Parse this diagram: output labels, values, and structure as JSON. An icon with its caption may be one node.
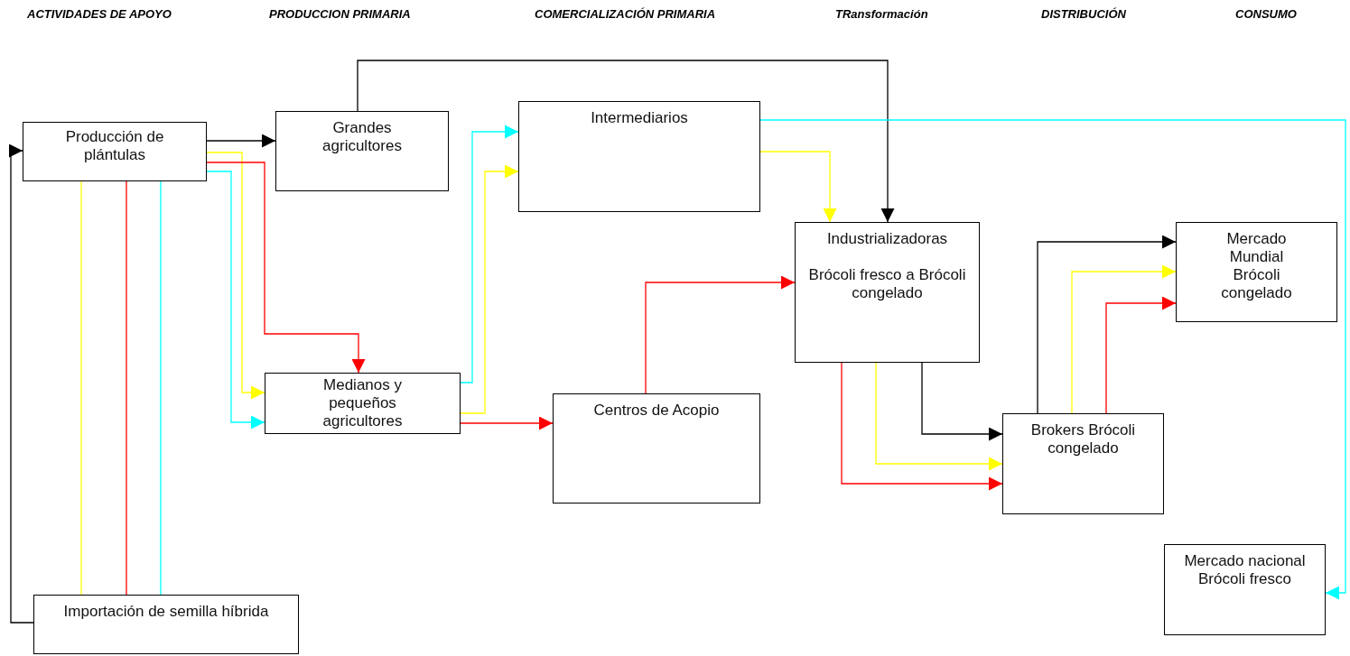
{
  "diagram": {
    "nodes": [
      {
        "text": [
          "Producción de plántulas"
        ]
      },
      {
        "text": [
          "Grandes agricultores"
        ]
      },
      {
        "text": [
          "Intermediarios"
        ]
      },
      {
        "text": [
          "Medianos y pequeños agricultores"
        ]
      },
      {
        "text": [
          "Centros de Acopio"
        ]
      },
      {
        "text": [
          "Industrializadoras",
          "Brócoli fresco a Brócoli congelado"
        ]
      },
      {
        "text": [
          "Brokers Brócoli congelado"
        ]
      },
      {
        "text": [
          "Mercado Mundial Brócoli congelado"
        ]
      },
      {
        "text": [
          "Mercado nacional Brócoli fresco"
        ]
      },
      {
        "text": [
          "Importación de semilla híbrida"
        ]
      }
    ],
    "edges": [
      {
        "from": 9,
        "to": 0,
        "arrow": "to",
        "color": "#000000"
      },
      {
        "from": 9,
        "to": 0,
        "arrow": "none",
        "color": "#ffff00"
      },
      {
        "from": 9,
        "to": 0,
        "arrow": "none",
        "color": "#ff0000"
      },
      {
        "from": 9,
        "to": 0,
        "arrow": "none",
        "color": "#00ffff"
      },
      {
        "from": 0,
        "to": 1,
        "arrow": "to",
        "color": "#000000"
      },
      {
        "from": 0,
        "to": 3,
        "arrow": "to",
        "color": "#ffff00"
      },
      {
        "from": 0,
        "to": 3,
        "arrow": "to",
        "color": "#ff0000"
      },
      {
        "from": 0,
        "to": 3,
        "arrow": "to",
        "color": "#00ffff"
      },
      {
        "from": 3,
        "to": 2,
        "arrow": "to",
        "color": "#00ffff"
      },
      {
        "from": 3,
        "to": 2,
        "arrow": "to",
        "color": "#ffff00"
      },
      {
        "from": 3,
        "to": 4,
        "arrow": "to",
        "color": "#ff0000"
      },
      {
        "from": 1,
        "to": 5,
        "arrow": "to",
        "color": "#000000"
      },
      {
        "from": 2,
        "to": 5,
        "arrow": "to",
        "color": "#ffff00"
      },
      {
        "from": 2,
        "to": 8,
        "arrow": "to",
        "color": "#00ffff"
      },
      {
        "from": 4,
        "to": 5,
        "arrow": "to",
        "color": "#ff0000"
      },
      {
        "from": 5,
        "to": 6,
        "arrow": "to",
        "color": "#000000"
      },
      {
        "from": 5,
        "to": 6,
        "arrow": "to",
        "color": "#ffff00"
      },
      {
        "from": 5,
        "to": 6,
        "arrow": "to",
        "color": "#ff0000"
      },
      {
        "from": 6,
        "to": 7,
        "arrow": "to",
        "color": "#000000"
      },
      {
        "from": 6,
        "to": 7,
        "arrow": "to",
        "color": "#ffff00"
      },
      {
        "from": 6,
        "to": 7,
        "arrow": "to",
        "color": "#ff0000"
      }
    ],
    "labels": [
      "ACTIVIDADES DE APOYO",
      "PRODUCCION PRIMARIA",
      "COMERCIALIZACIÓN PRIMARIA",
      "TRansformación",
      "DISTRIBUCIÓN",
      "CONSUMO"
    ]
  }
}
